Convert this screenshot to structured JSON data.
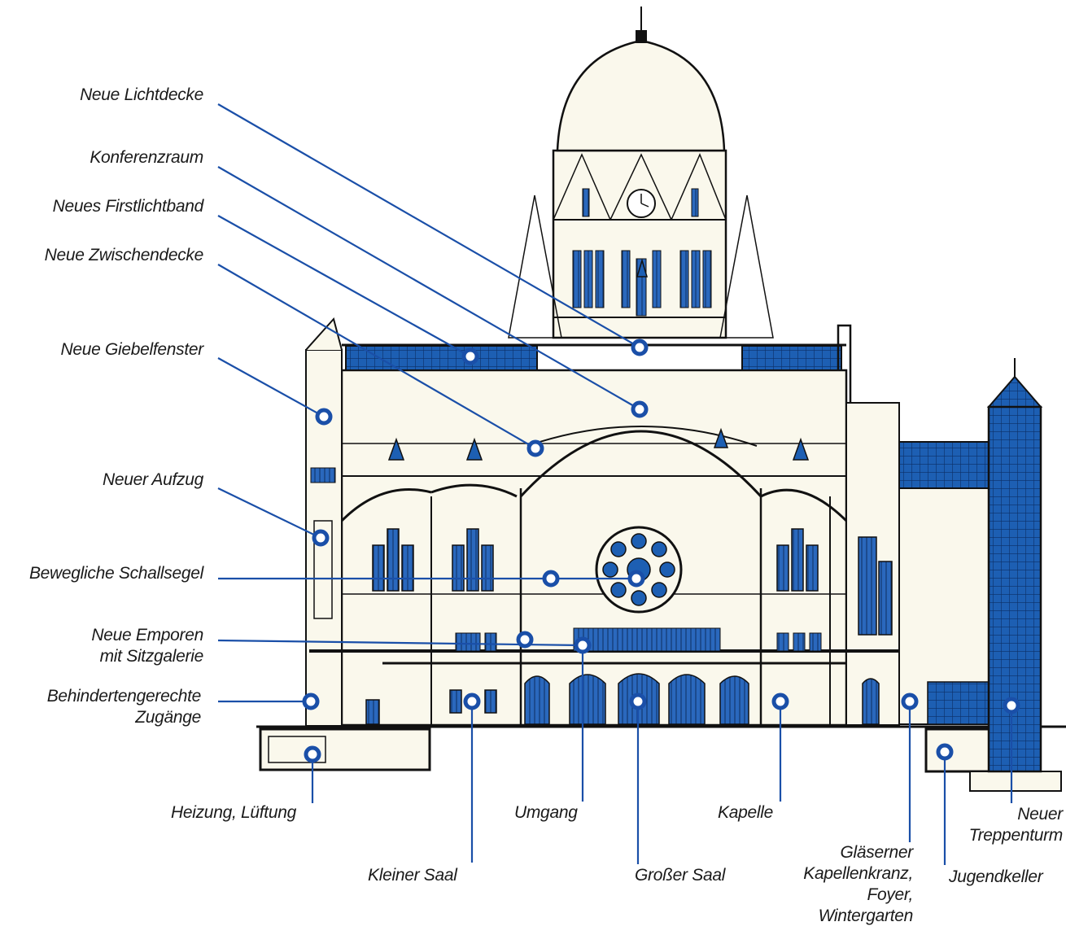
{
  "colors": {
    "accent": "#1d5fb3",
    "leader": "#1a4fa8",
    "ink": "#111111",
    "cream": "#faf8ec"
  },
  "labels_left": [
    {
      "id": "neue-lichtdecke",
      "text": "Neue Lichtdecke"
    },
    {
      "id": "konferenzraum",
      "text": "Konferenzraum"
    },
    {
      "id": "neues-firstlichtband",
      "text": "Neues Firstlichtband"
    },
    {
      "id": "neue-zwischendecke",
      "text": "Neue Zwischendecke"
    },
    {
      "id": "neue-giebelfenster",
      "text": "Neue Giebelfenster"
    },
    {
      "id": "neuer-aufzug",
      "text": "Neuer Aufzug"
    },
    {
      "id": "bewegliche-schallsegel",
      "text": "Bewegliche Schallsegel"
    },
    {
      "id": "neue-emporen",
      "lines": [
        "Neue Emporen",
        "mit Sitzgalerie"
      ]
    },
    {
      "id": "behindertengerechte-zugaenge",
      "lines": [
        "Behindertengerechte",
        "Zugänge"
      ]
    }
  ],
  "labels_bottom": [
    {
      "id": "heizung-lueftung",
      "text": "Heizung, Lüftung"
    },
    {
      "id": "kleiner-saal",
      "text": "Kleiner Saal"
    },
    {
      "id": "umgang",
      "text": "Umgang"
    },
    {
      "id": "grosser-saal",
      "text": "Großer Saal"
    },
    {
      "id": "kapelle",
      "text": "Kapelle"
    },
    {
      "id": "glaeserner-kapellenkranz",
      "lines": [
        "Gläserner",
        "Kapellenkranz,",
        "Foyer,",
        "Wintergarten"
      ]
    },
    {
      "id": "jugendkeller",
      "text": "Jugendkeller"
    },
    {
      "id": "neuer-treppenturm",
      "lines": [
        "Neuer",
        "Treppenturm"
      ]
    }
  ]
}
